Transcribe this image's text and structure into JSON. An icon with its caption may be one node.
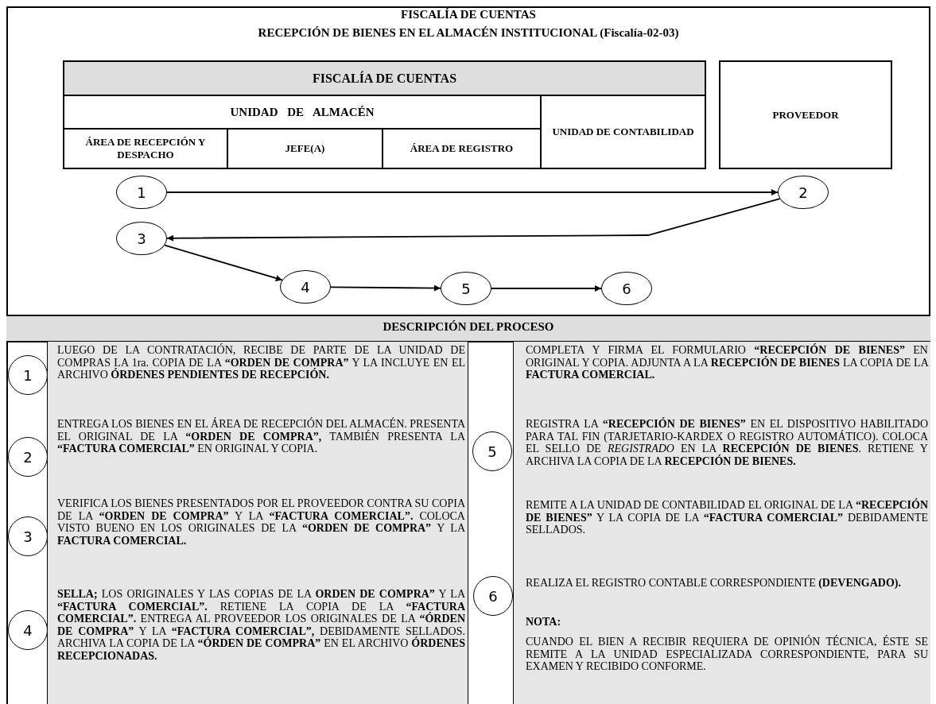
{
  "diagram": {
    "title": "FISCALÍA DE CUENTAS",
    "nodes": [
      {
        "text": [
          "FISCALÍA DE CUENTAS"
        ]
      },
      {
        "text": [
          "UNIDAD DE ALMACÉN"
        ]
      },
      {
        "text": [
          "UNIDAD DE CONTABILIDAD"
        ]
      },
      {
        "text": [
          "PROVEEDOR"
        ]
      },
      {
        "text": [
          "ÁREA DE RECEPCIÓN Y DESPACHO"
        ]
      },
      {
        "text": [
          "JEFE(A)"
        ]
      },
      {
        "text": [
          "ÁREA DE REGISTRO"
        ]
      },
      {
        "text": [
          "1"
        ]
      },
      {
        "text": [
          "2"
        ]
      },
      {
        "text": [
          "3"
        ]
      },
      {
        "text": [
          "4"
        ]
      },
      {
        "text": [
          "5"
        ]
      },
      {
        "text": [
          "6"
        ]
      },
      {
        "text": [
          "1"
        ]
      },
      {
        "text": [
          "2"
        ]
      },
      {
        "text": [
          "3"
        ]
      },
      {
        "text": [
          "4"
        ]
      },
      {
        "text": [
          "5"
        ]
      },
      {
        "text": [
          "6"
        ]
      }
    ],
    "edges": [
      {
        "from": 7,
        "to": 8,
        "arrow": "to"
      },
      {
        "from": 8,
        "to": 9,
        "arrow": "to"
      },
      {
        "from": 9,
        "to": 10,
        "arrow": "to"
      },
      {
        "from": 10,
        "to": 11,
        "arrow": "to"
      },
      {
        "from": 11,
        "to": 12,
        "arrow": "to"
      }
    ],
    "labels": [
      "RECEPCIÓN DE BIENES EN EL ALMACÉN INSTITUCIONAL (Fiscalía-02-03)",
      "DESCRIPCIÓN DEL PROCESO",
      "LUEGO DE LA CONTRATACIÓN, RECIBE DE PARTE DE LA UNIDAD DE COMPRAS LA 1ra. COPIA DE LA **“ORDEN DE COMPRA”** Y LA INCLUYE EN EL ARCHIVO **ÓRDENES PENDIENTES DE RECEPCIÓN.**",
      "ENTREGA LOS BIENES EN EL ÁREA DE RECEPCIÓN DEL ALMACÉN. PRESENTA EL ORIGINAL DE LA **“ORDEN DE COMPRA”,** TAMBIÉN PRESENTA LA **“FACTURA COMERCIAL”** EN ORIGINAL Y COPIA.",
      "VERIFICA LOS BIENES PRESENTADOS POR EL PROVEEDOR CONTRA SU COPIA DE LA **“ORDEN DE COMPRA”** Y LA **“FACTURA COMERCIAL”.** COLOCA VISTO BUENO EN LOS ORIGINALES DE LA **“ORDEN DE COMPRA”** Y LA **FACTURA COMERCIAL.**",
      "**SELLA;** LOS ORIGINALES Y LAS COPIAS DE LA **ORDEN DE COMPRA”** Y LA **“FACTURA COMERCIAL”.** RETIENE LA COPIA DE LA **“FACTURA COMERCIAL”.** ENTREGA AL PROVEEDOR LOS ORIGINALES DE LA **“ÓRDEN DE COMPRA”** Y LA **“FACTURA COMERCIAL”,** DEBIDAMENTE SELLADOS. ARCHIVA LA COPIA DE LA **“ÓRDEN DE COMPRA”** EN EL ARCHIVO **ÓRDENES RECEPCIONADAS.**",
      "COMPLETA Y FIRMA EL FORMULARIO **“RECEPCIÓN DE BIENES”** EN ORIGINAL Y COPIA. ADJUNTA A LA **RECEPCIÓN DE BIENES** LA COPIA DE LA **FACTURA COMERCIAL.**",
      "REGISTRA LA **“RECEPCIÓN DE BIENES”** EN EL DISPOSITIVO HABILITADO PARA TAL FIN (TARJETARIO-KARDEX O REGISTRO AUTOMÁTICO). COLOCA EL SELLO DE *REGISTRADO* EN LA **RECEPCIÓN DE BIENES**. RETIENE Y ARCHIVA LA COPIA DE LA **RECEPCIÓN DE BIENES.**",
      "REMITE A LA UNIDAD DE CONTABILIDAD EL ORIGINAL DE LA **“RECEPCIÓN DE BIENES”** Y LA COPIA DE LA **“FACTURA COMERCIAL”** DEBIDAMENTE SELLADOS.",
      "REALIZA EL REGISTRO CONTABLE CORRESPONDIENTE **(DEVENGADO).**",
      "NOTA:",
      "CUANDO EL BIEN A RECIBIR REQUIERA DE OPINIÓN TÉCNICA, ÉSTE SE REMITE A LA UNIDAD ESPECIALIZADA CORRESPONDIENTE, PARA SU EXAMEN Y RECIBIDO CONFORME."
    ]
  }
}
